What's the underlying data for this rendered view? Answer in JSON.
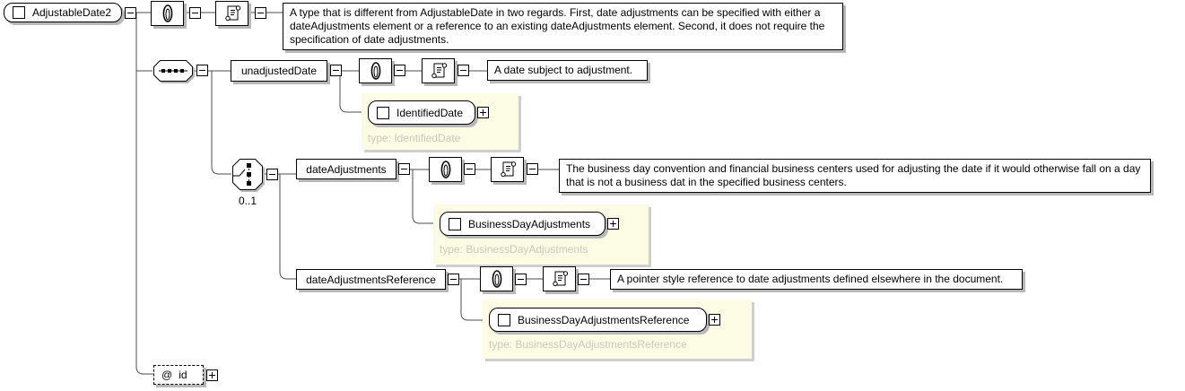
{
  "schema": {
    "root": {
      "name": "AdjustableDate2",
      "documentation": "A type that is different from AdjustableDate in two regards. First, date adjustments can be specified with either a dateAdjustments element or a reference to an existing dateAdjustments element. Second, it does not require the specification of date adjustments."
    },
    "compositor": {
      "kind": "sequence"
    },
    "choice": {
      "kind": "choice",
      "cardinality": "0..1"
    },
    "children": [
      {
        "name": "unadjustedDate",
        "documentation": "A date subject to adjustment.",
        "type_name": "IdentifiedDate",
        "type_caption": "type: IdentifiedDate"
      },
      {
        "name": "dateAdjustments",
        "documentation": "The business day convention and financial business centers used for adjusting the date if it would otherwise fall on a day that is not a business dat in the specified business centers.",
        "type_name": "BusinessDayAdjustments",
        "type_caption": "type: BusinessDayAdjustments"
      },
      {
        "name": "dateAdjustmentsReference",
        "documentation": "A pointer style reference to date adjustments defined elsewhere in the document.",
        "type_name": "BusinessDayAdjustmentsReference",
        "type_caption": "type: BusinessDayAdjustmentsReference"
      }
    ],
    "attributes": [
      {
        "marker": "@",
        "name": "id"
      }
    ],
    "icons": {
      "annotation": "paperclip-icon",
      "documentation": "scroll-icon",
      "sequence": "sequence-compositor-icon",
      "choice": "choice-compositor-icon"
    },
    "colors": {
      "type_area_background": "#fcfce4",
      "muted_type_text": "#c8c8bc",
      "box_shadow": "#b8b8b8",
      "connector_line": "#4d4d4d",
      "border": "#000000"
    }
  }
}
